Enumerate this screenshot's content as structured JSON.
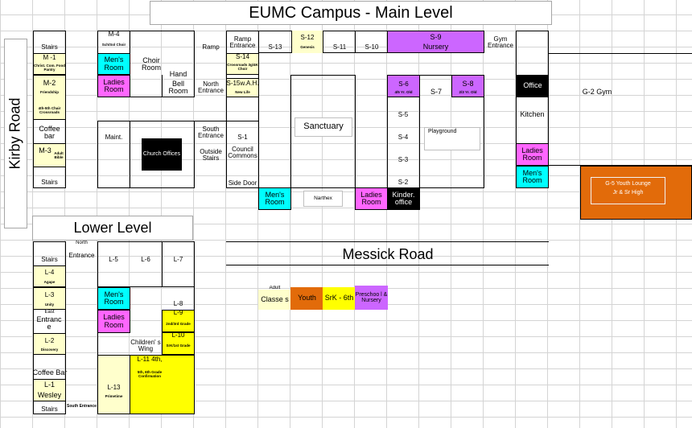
{
  "colors": {
    "cyan": "#00ffff",
    "pink": "#ff66ff",
    "cream": "#ffffcc",
    "purple": "#cc66ff",
    "yellow": "#ffff00",
    "orange": "#e26b0a",
    "grid": "#d4d4d4"
  },
  "title": "EUMC Campus - Main Level",
  "kirby_road": "Kirby Road",
  "lower_level_title": "Lower Level",
  "messick_road": "Messick Road",
  "main": {
    "stairs_top": "Stairs",
    "m1": "M -1",
    "m1_sub": "Christ. Com. Food Pantry",
    "m2": "M-2",
    "m2_sub": "Friendship",
    "m2_sub2": "4th-5th Chair Crossroads",
    "coffee_bar": "Coffee bar",
    "m3": "M-3",
    "m3_sub": "Adult Bible",
    "stairs_bottom": "Stairs",
    "m4": "M-4",
    "m4_sub": "Sch/Sol Choir",
    "mens_room_1": "Men's Room",
    "ladies_room_1": "Ladies Room",
    "choir_room": "Choir Room",
    "bell_room": "Bell Room",
    "bell_room_top": "Hand",
    "maint": "Maint.",
    "church_offices": "Church Offices",
    "ramp": "Ramp",
    "north_entrance": "North Entrance",
    "south_entrance": "South Entrance",
    "outside_stairs": "Outside Stairs",
    "ramp_entrance": "Ramp Entrance",
    "s14": "S-14",
    "s14_sub": "Crossroads 3g/4K Choir",
    "s15": "S-15w.A.H.",
    "s15_sub": "New Life",
    "s1": "S-1",
    "council_commons": "Council Commons",
    "side_door": "Side Door",
    "s13": "S-13",
    "s12": "S-12",
    "s12_sub": "Genesis",
    "s11": "S-11",
    "s10": "S-10",
    "s9": "S-9",
    "nursery": "Nursery",
    "gym_entrance": "Gym Entrance",
    "sanctuary": "Sanctuary",
    "s6": "S-6",
    "s6_sub": "4/5 Yr. Old",
    "s7": "S-7",
    "s8": "S-8",
    "s8_sub": "2/3 Yr. Old",
    "s5": "S-5",
    "s4": "S-4",
    "s3": "S-3",
    "s2": "S-2",
    "playground": "Playground",
    "mens_room_2": "Men's Room",
    "narthex": "Narthex",
    "ladies_room_2": "Ladies Room",
    "kinder_office": "Kinder. office",
    "office": "Office",
    "kitchen": "Kitchen",
    "ladies_room_3": "Ladies Room",
    "mens_room_3": "Men's Room",
    "g2_gym": "G-2 Gym",
    "g5": "G-5 Youth Lounge",
    "g5_sub": "Jr & Sr High"
  },
  "lower": {
    "stairs_top": "Stairs",
    "north_entrance_top": "North",
    "north_entrance": "Entrance",
    "l5": "L-5",
    "l6": "L-6",
    "l7": "L-7",
    "l4": "L-4",
    "l4_sub": "Agape",
    "l3": "L-3",
    "l3_sub": "Unity",
    "mens_room": "Men's Room",
    "l8": "L-8",
    "l9": "L-9",
    "l9_sub": "2nd/3rd Grade",
    "east_entrance_top": "East",
    "east_entrance": "Entranc e",
    "ladies_room": "Ladies Room",
    "l10": "L-10",
    "l10_sub": "SrK/1st Grade",
    "childrens_wing": "Children' s Wing",
    "l2": "L-2",
    "l2_sub": "Discovery",
    "l11": "L-11 4th,",
    "l11_sub": "5th, 6th Grade Confirmation",
    "coffee_bar": "Coffee Bar",
    "l1": "L-1",
    "wesley": "Wesley",
    "l13": "L-13",
    "l13_sub": "Primetime",
    "stairs_bottom": "Stairs",
    "south_entrance": "South Entrance"
  },
  "legend": {
    "adult_top": "Adult",
    "adult": "Classe s",
    "youth": "Youth",
    "srk": "SrK - 6th",
    "preschool": "Preschoo l & Nursery"
  }
}
